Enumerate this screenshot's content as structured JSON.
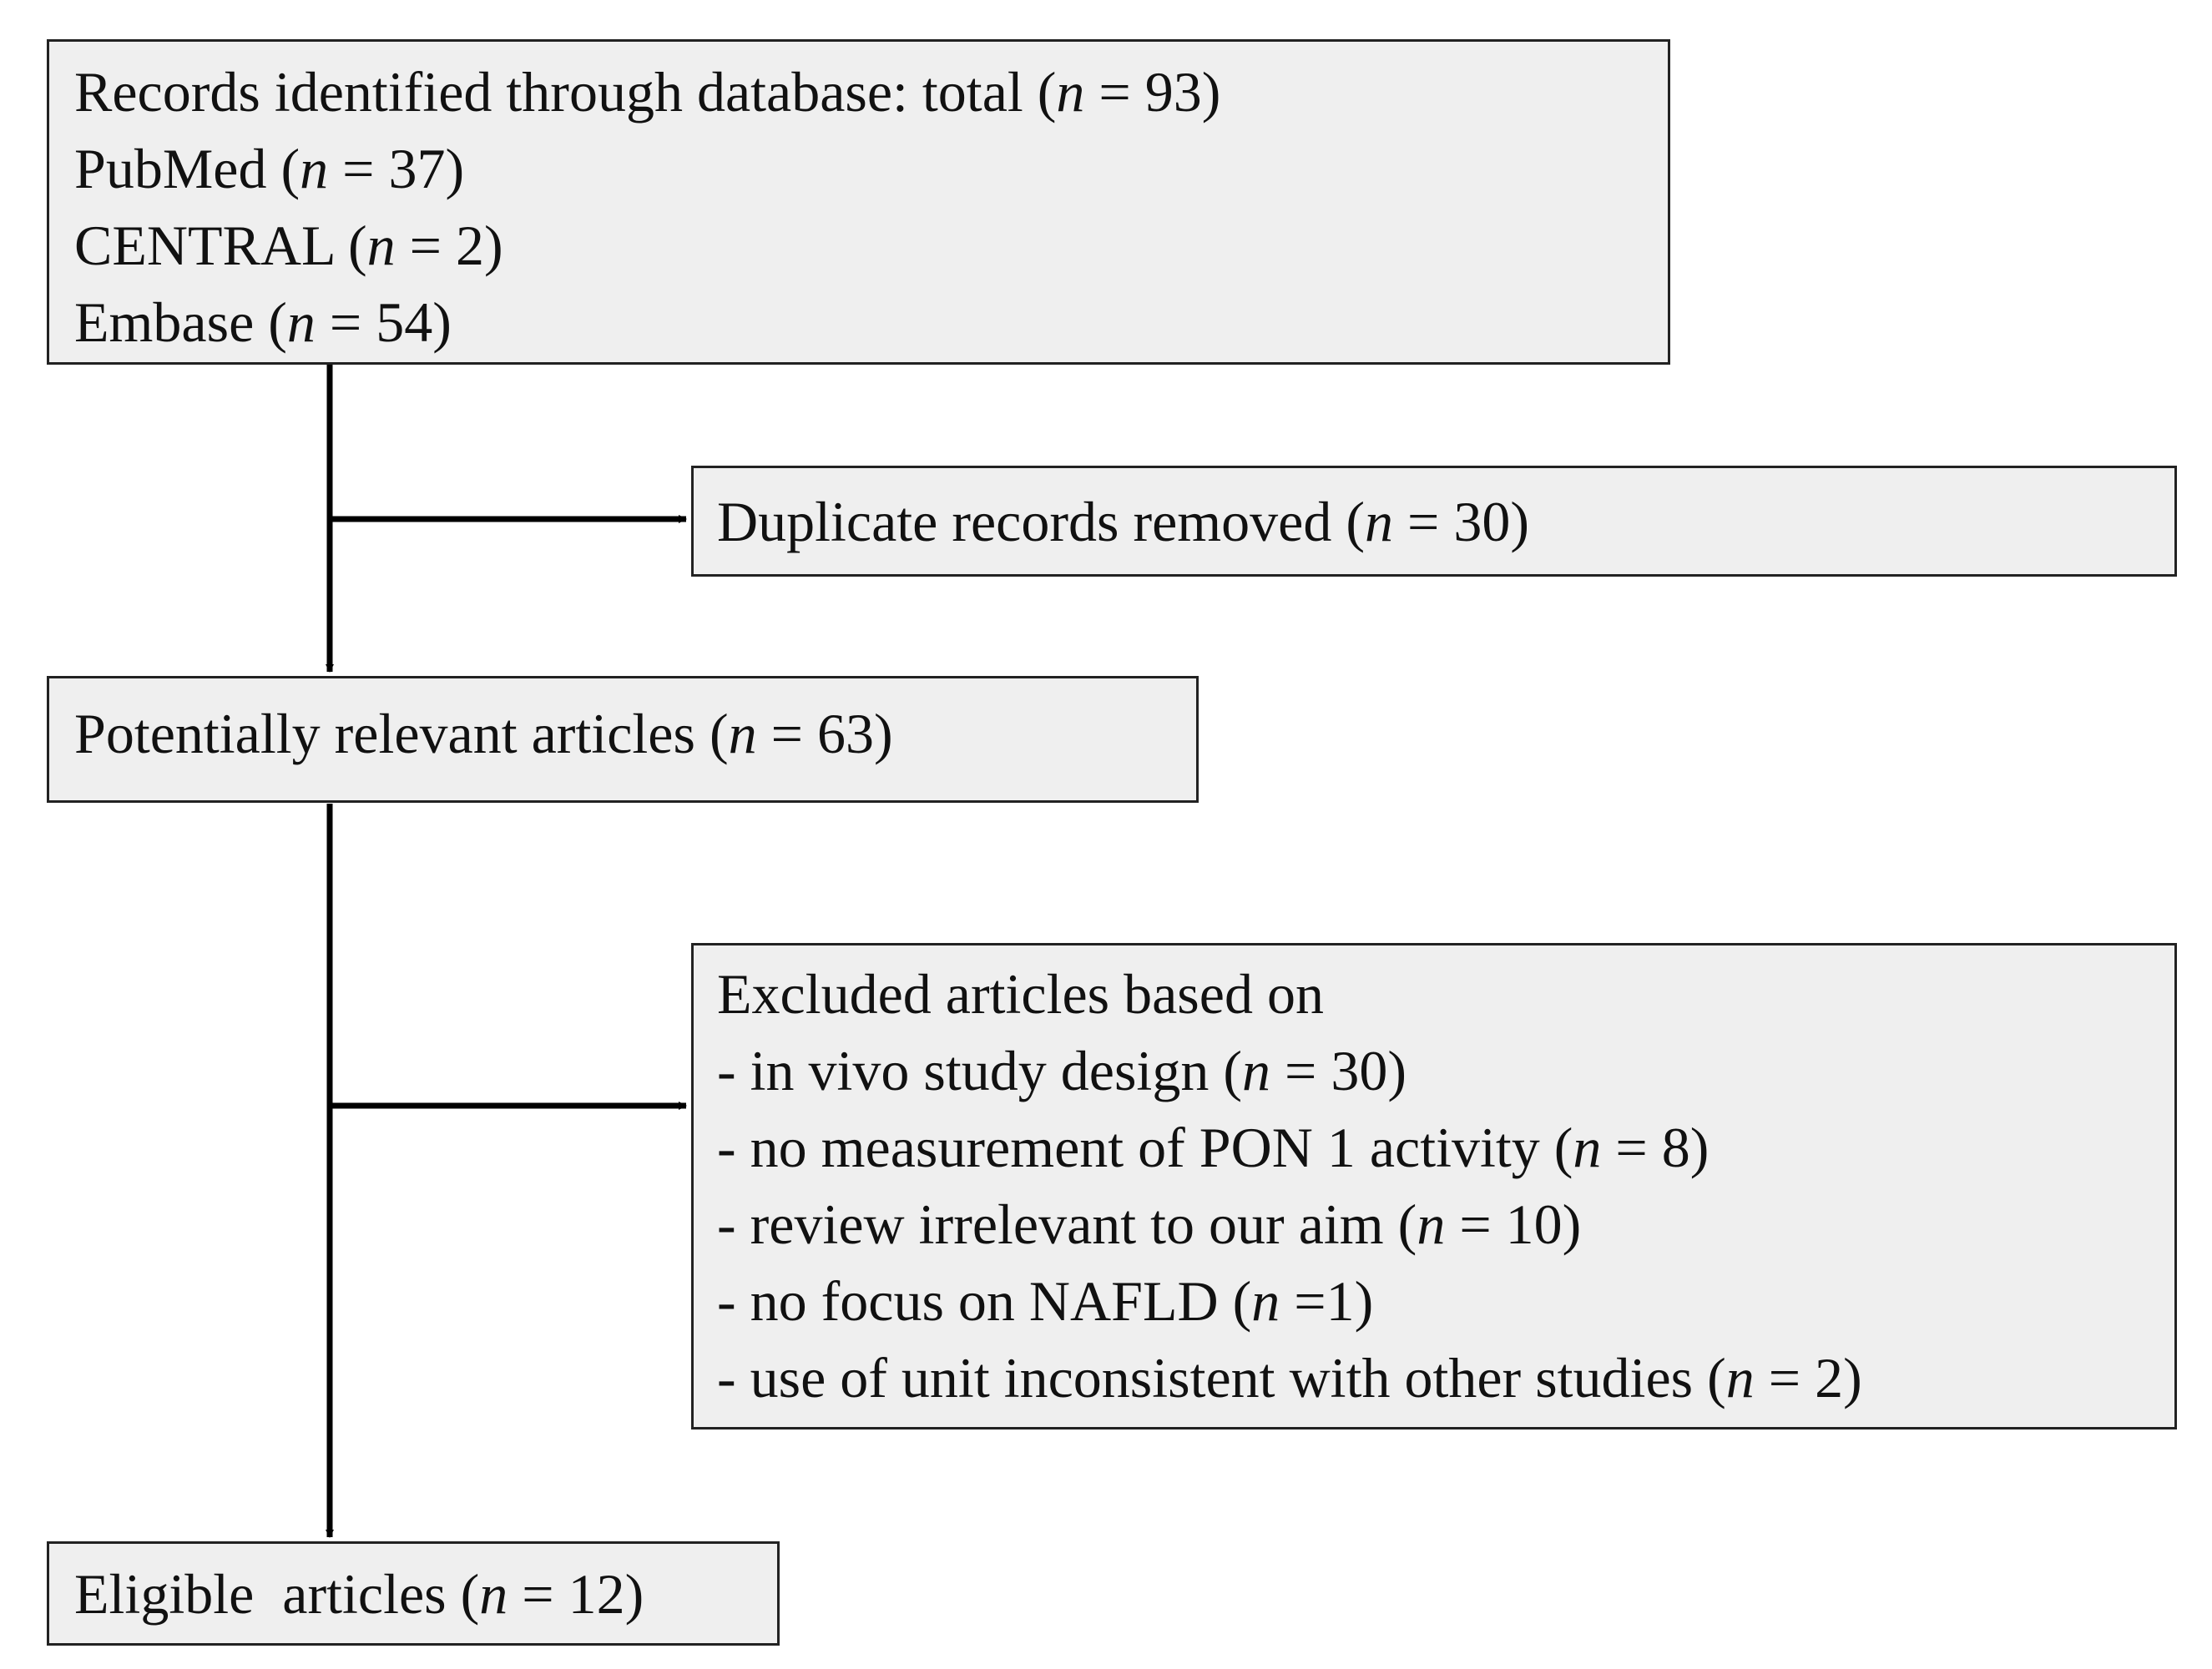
{
  "boxes": {
    "records": {
      "lines": [
        {
          "pre": "Records identified through database: total (",
          "var": "n",
          "post": " = 93)"
        },
        {
          "pre": "PubMed (",
          "var": "n",
          "post": " = 37)"
        },
        {
          "pre": "CENTRAL (",
          "var": "n",
          "post": " = 2)"
        },
        {
          "pre": "Embase (",
          "var": "n",
          "post": " = 54)"
        }
      ]
    },
    "duplicates": {
      "lines": [
        {
          "pre": "Duplicate records removed (",
          "var": "n",
          "post": " = 30)"
        }
      ]
    },
    "relevant": {
      "lines": [
        {
          "pre": "Potentially relevant articles (",
          "var": "n",
          "post": " = 63)"
        }
      ]
    },
    "excluded": {
      "lines": [
        {
          "pre": "Excluded articles based on",
          "var": "",
          "post": ""
        },
        {
          "pre": "- in vivo study design (",
          "var": "n",
          "post": " = 30)"
        },
        {
          "pre": "- no measurement of PON 1 activity (",
          "var": "n",
          "post": " = 8)"
        },
        {
          "pre": "- review irrelevant to our aim (",
          "var": "n",
          "post": " = 10)"
        },
        {
          "pre": "- no focus on NAFLD (",
          "var": "n",
          "post": " =1)"
        },
        {
          "pre": "- use of unit inconsistent with other studies (",
          "var": "n",
          "post": " = 2)"
        }
      ]
    },
    "eligible": {
      "lines": [
        {
          "pre": "Eligible  articles (",
          "var": "n",
          "post": " = 12)"
        }
      ]
    }
  },
  "colors": {
    "box_fill": "#efefef",
    "box_border": "#222222",
    "arrow": "#000000",
    "text": "#111111"
  }
}
